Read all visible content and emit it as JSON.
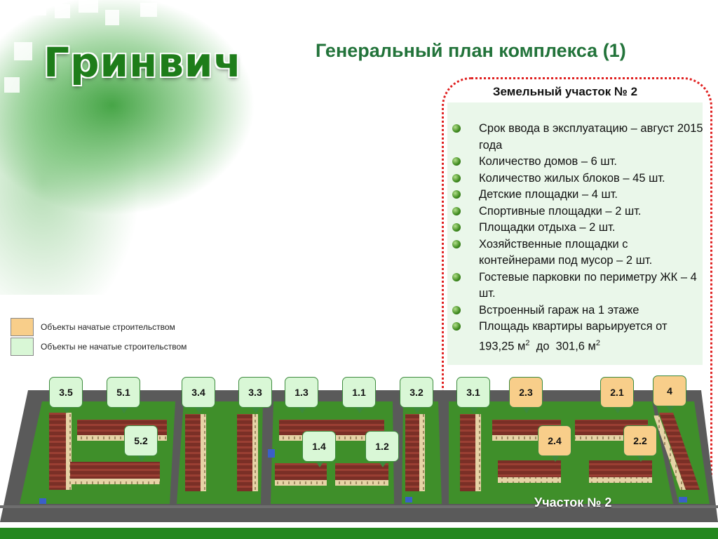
{
  "header": {
    "logo_text": "Гринвич",
    "title": "Генеральный план комплекса (1)"
  },
  "panel": {
    "heading": "Земельный участок № 2",
    "items": [
      "Срок ввода в эксплуатацию – август 2015 года",
      "Количество домов – 6 шт.",
      "Количество жилых блоков – 45 шт.",
      "Детские площадки – 4 шт.",
      "Спортивные площадки – 2 шт.",
      "Площадки отдыха – 2 шт.",
      "Хозяйственные площадки с контейнерами под мусор – 2 шт.",
      "Гостевые парковки по периметру ЖК – 4 шт.",
      "Встроенный гараж на 1 этаже"
    ],
    "area": {
      "prefix": "Площадь квартиры варьируется от 193,25 м",
      "sup1": "2",
      "middle": "  до  301,6 м",
      "sup2": "2"
    }
  },
  "legend": {
    "started": {
      "label": "Объекты начатые строительством",
      "color": "#f8ce8a"
    },
    "not_started": {
      "label": "Объекты не начатые строительством",
      "color": "#d9f7d6"
    }
  },
  "markers": {
    "m35": "3.5",
    "m51": "5.1",
    "m52": "5.2",
    "m34": "3.4",
    "m33": "3.3",
    "m13": "1.3",
    "m14": "1.4",
    "m11": "1.1",
    "m12": "1.2",
    "m32": "3.2",
    "m31": "3.1",
    "m23": "2.3",
    "m24": "2.4",
    "m21": "2.1",
    "m22": "2.2",
    "m4": "4"
  },
  "plan_area_label": "Участок № 2",
  "colors": {
    "brand_green": "#22733a",
    "footer_green": "#24881f",
    "panel_border": "#e02020"
  }
}
